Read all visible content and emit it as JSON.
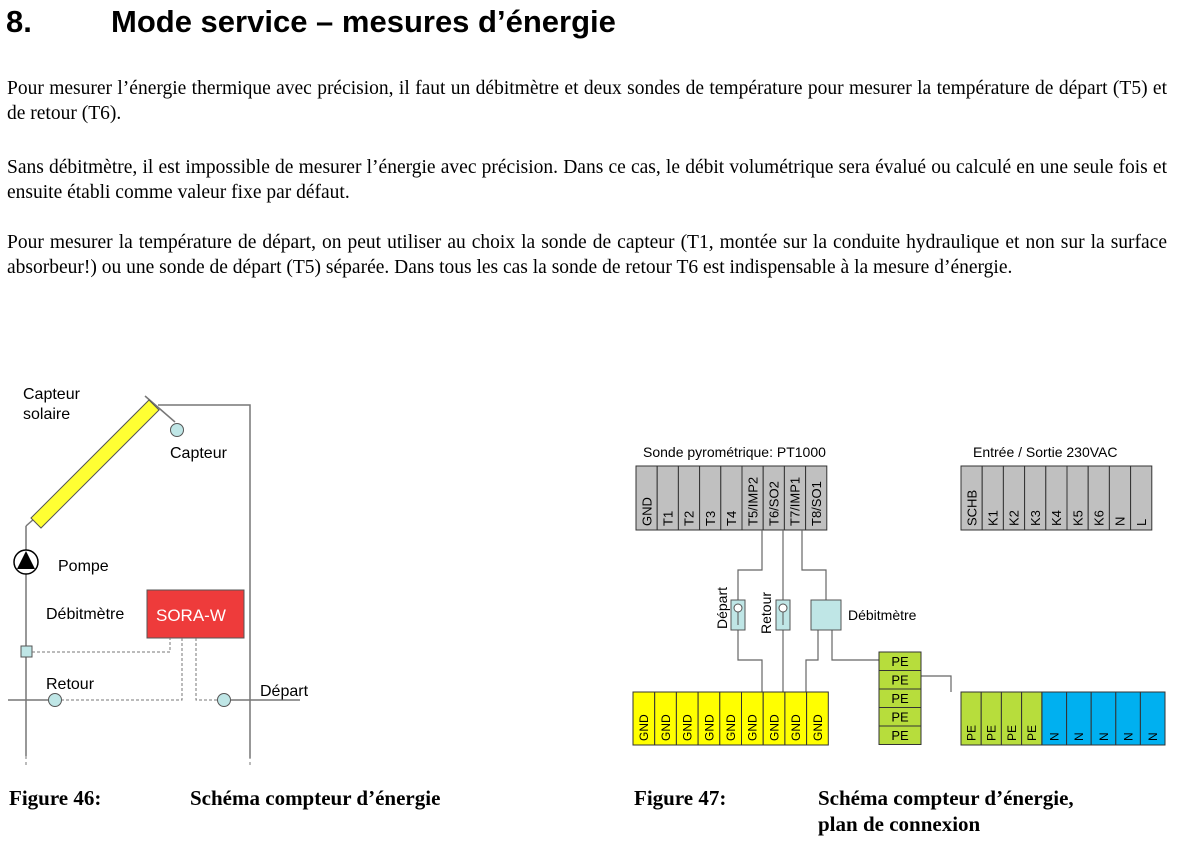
{
  "heading": {
    "number": "8.",
    "title": "Mode service – mesures d’énergie"
  },
  "paragraphs": [
    "Pour mesurer l’énergie thermique avec précision, il faut un débitmètre et deux sondes de température pour mesurer la température de départ (T5) et de retour (T6).",
    "Sans débitmètre, il est impossible de mesurer l’énergie avec précision. Dans ce cas, le débit volumétrique sera évalué ou calculé en une seule fois et ensuite établi comme valeur fixe par défaut.",
    "Pour mesurer la température de départ, on peut utiliser au choix la sonde de capteur (T1, montée sur la conduite hydraulique et non sur la surface absorbeur!) ou une sonde de départ (T5) séparée. Dans tous les cas la sonde de retour T6 est indispensable à la mesure d’énergie."
  ],
  "figure46": {
    "collector_label_1": "Capteur",
    "collector_label_2": "solaire",
    "sensor_label": "Capteur",
    "pump_label": "Pompe",
    "flowmeter_label": "Débitmètre",
    "device_label": "SORA-W",
    "return_label": "Retour",
    "flow_label": "Départ",
    "caption_label": "Figure 46:",
    "caption_text": "Schéma compteur d’énergie"
  },
  "figure47": {
    "sensor_block_title": "Sonde pyrométrique: PT1000",
    "sensor_terminals": [
      "GND",
      "T1",
      "T2",
      "T3",
      "T4",
      "T5/IMP2",
      "T6/SO2",
      "T7/IMP1",
      "T8/SO1"
    ],
    "power_block_title": "Entrée / Sortie 230VAC",
    "power_terminals": [
      "SCHB",
      "K1",
      "K2",
      "K3",
      "K4",
      "K5",
      "K6",
      "N",
      "L"
    ],
    "depart_label": "Départ",
    "retour_label": "Retour",
    "flowmeter_label": "Débitmètre",
    "gnd_terminals": [
      "GND",
      "GND",
      "GND",
      "GND",
      "GND",
      "GND",
      "GND",
      "GND",
      "GND"
    ],
    "pe_stack": [
      "PE",
      "PE",
      "PE",
      "PE",
      "PE"
    ],
    "pe_terminals": [
      "PE",
      "PE",
      "PE",
      "PE"
    ],
    "n_terminals": [
      "N",
      "N",
      "N",
      "N",
      "N"
    ],
    "caption_label": "Figure 47:",
    "caption_text_1": "Schéma compteur d’énergie,",
    "caption_text_2": "plan de connexion"
  },
  "colors": {
    "terminal_grey": "#c0c0c0",
    "terminal_yellow": "#ffff00",
    "terminal_green_yellow": "#b7dd3c",
    "terminal_blue": "#00b0f0",
    "device_red": "#ee3b3b",
    "collector_yellow": "#ffff33",
    "sensor_cyan": "#bfe6e6"
  }
}
